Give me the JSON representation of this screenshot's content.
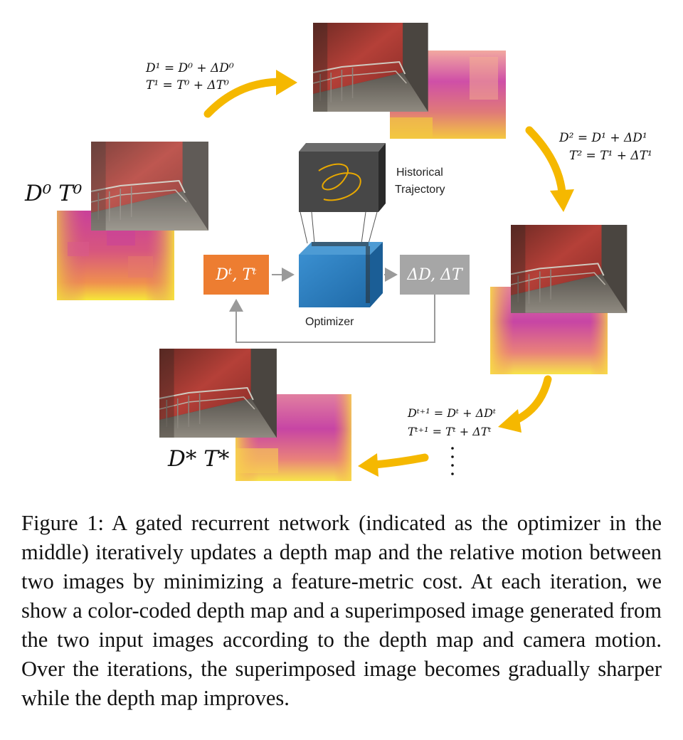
{
  "figure": {
    "eq_step1_d": "D¹ = D⁰ + ΔD⁰",
    "eq_step1_t": "T¹ = T⁰ + ΔT⁰",
    "eq_step2_d": "D² = D¹ + ΔD¹",
    "eq_step2_t": "T² = T¹ + ΔT¹",
    "eq_stept_d": "Dᵗ⁺¹ = Dᵗ + ΔDᵗ",
    "eq_stept_t": "Tᵗ⁺¹ = Tᵗ + ΔTᵗ",
    "label_initial": "D⁰ T⁰",
    "label_final": "D* T*",
    "historical_trajectory_line1": "Historical",
    "historical_trajectory_line2": "Trajectory",
    "input_box": "Dᵗ, Tᵗ",
    "output_box": "ΔD, ΔT",
    "optimizer_label": "Optimizer",
    "colors": {
      "arrow": "#f5b800",
      "input_box": "#ed7d31",
      "output_box": "#a6a6a6",
      "optimizer": "#2e75b6",
      "trajectory_box": "#404040",
      "trajectory_line": "#e8a800"
    }
  },
  "caption": "Figure 1: A gated recurrent network (indicated as the optimizer in the middle) iteratively updates a depth map and the relative motion between two images by minimizing a feature-metric cost. At each iteration, we show a color-coded depth map and a superimposed image generated from the two input images according to the depth map and camera motion. Over the iterations, the superimposed image becomes gradually sharper while the depth map improves."
}
